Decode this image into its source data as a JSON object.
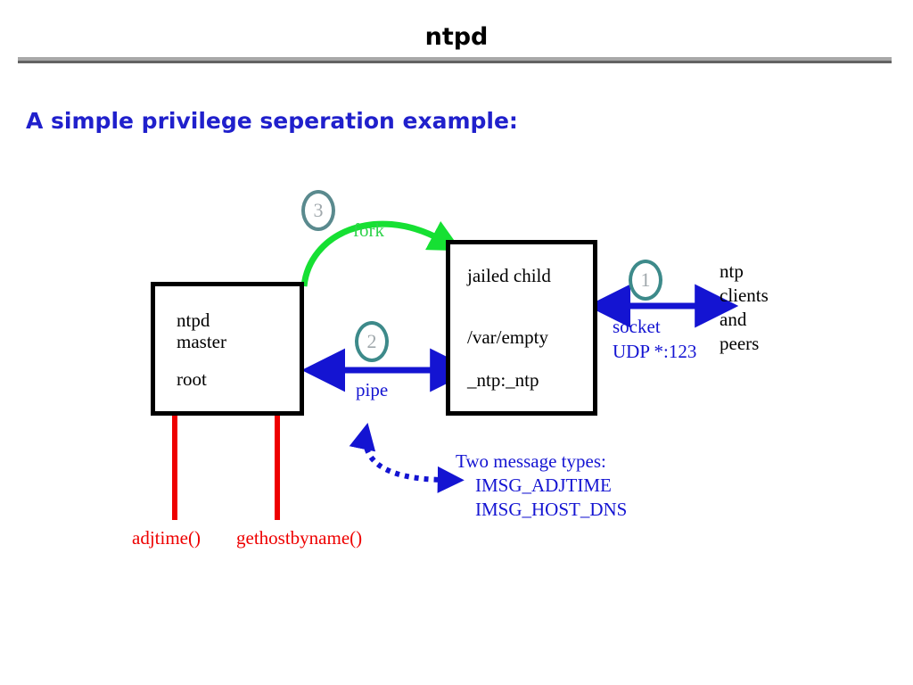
{
  "header": {
    "title": "ntpd"
  },
  "subtitle": "A simple privilege seperation example:",
  "boxes": {
    "master": {
      "line1": "ntpd",
      "line2": "master",
      "line3": "root"
    },
    "child": {
      "line1": "jailed child",
      "line2": "/var/empty",
      "line3": "_ntp:_ntp"
    }
  },
  "markers": {
    "one": "1",
    "two": "2",
    "three": "3"
  },
  "labels": {
    "fork": "fork",
    "pipe": "pipe",
    "socket": "socket",
    "udp": "UDP *:123",
    "clients_l1": "ntp",
    "clients_l2": "clients",
    "clients_l3": "and",
    "clients_l4": "peers",
    "msg_title": "Two message types:",
    "msg_1": "IMSG_ADJTIME",
    "msg_2": "IMSG_HOST_DNS",
    "adjtime": "adjtime()",
    "gethostbyname": "gethostbyname()"
  },
  "colors": {
    "blue": "#1414d2",
    "green": "#2fd34b",
    "red": "#ee0000",
    "teal": "#3d8a8a",
    "rule": "#a8a8a8"
  }
}
